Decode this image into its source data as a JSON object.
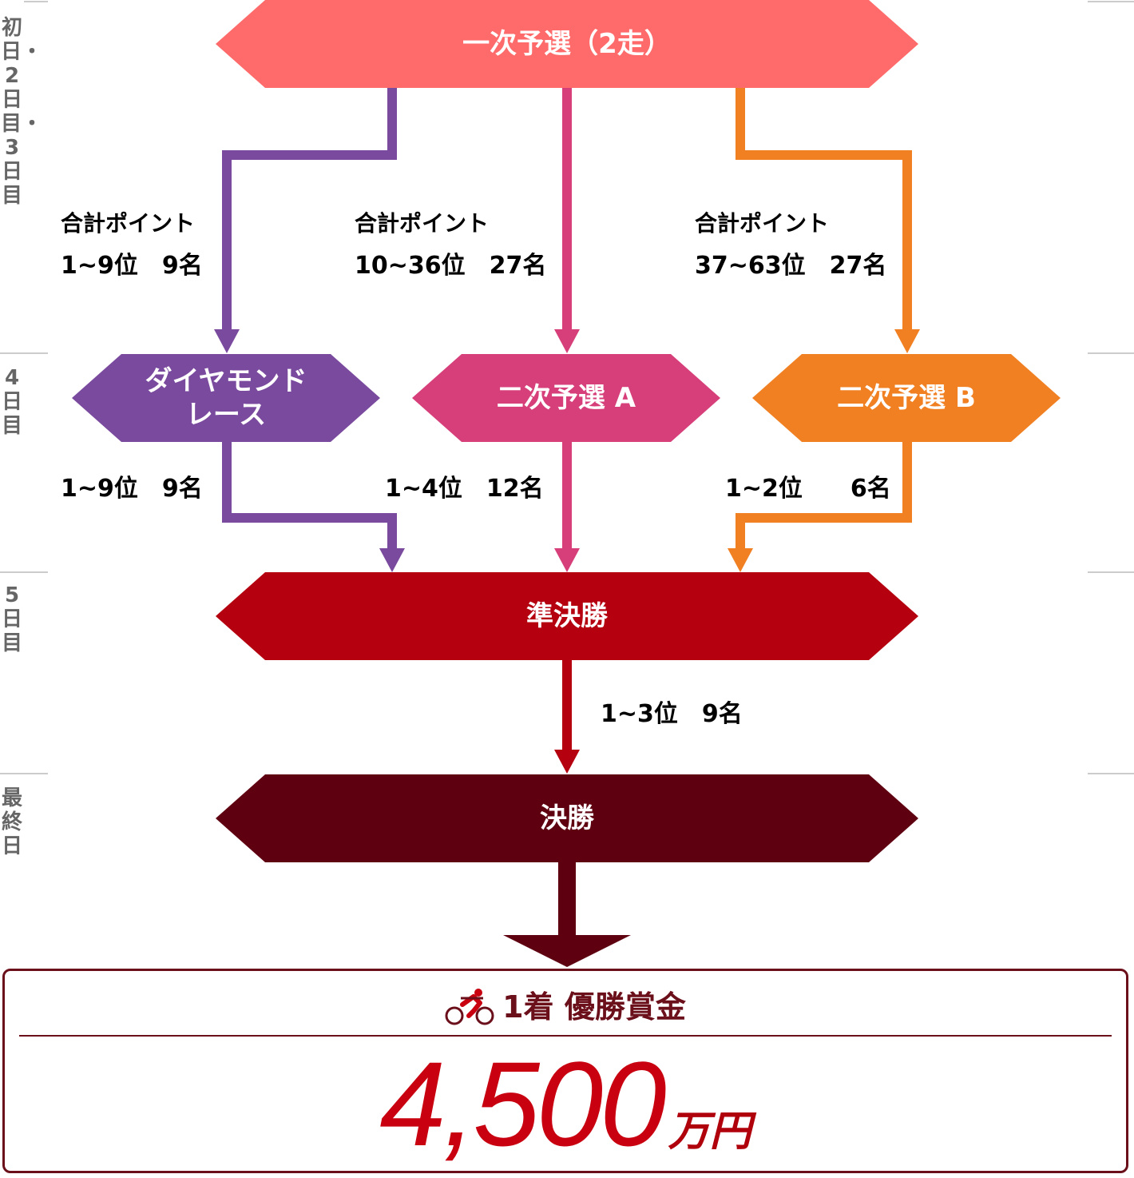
{
  "day_labels": [
    "初日・2日目・3日目",
    "4日目",
    "5日目",
    "最終日"
  ],
  "nodes": {
    "first_round": "一次予選（2走）",
    "diamond_race": "ダイヤモンド\nレース",
    "second_round_a": "二次予選 A",
    "second_round_b": "二次予選 B",
    "semifinal": "準決勝",
    "final": "決勝"
  },
  "edges": {
    "to_diamond": {
      "title": "合計ポイント",
      "rank": "1~9位　9名"
    },
    "to_second_a": {
      "title": "合計ポイント",
      "rank": "10~36位　27名"
    },
    "to_second_b": {
      "title": "合計ポイント",
      "rank": "37~63位　27名"
    },
    "diamond_to_semi": "1~9位　9名",
    "second_a_to_semi": "1~4位　12名",
    "second_b_to_semi": "1~2位　　6名",
    "semi_to_final": "1~3位　9名"
  },
  "prize": {
    "icon": "cyclist-icon",
    "title": "1着 優勝賞金",
    "amount": "4,500",
    "unit": "万円"
  },
  "colors": {
    "first_round": "#ff6b6b",
    "diamond": "#7a4a9e",
    "second_a": "#d63f7a",
    "second_b": "#f08022",
    "semifinal": "#b5000f",
    "final": "#5e0010",
    "prize": "#6b0f1a",
    "divider": "#cccccc"
  }
}
